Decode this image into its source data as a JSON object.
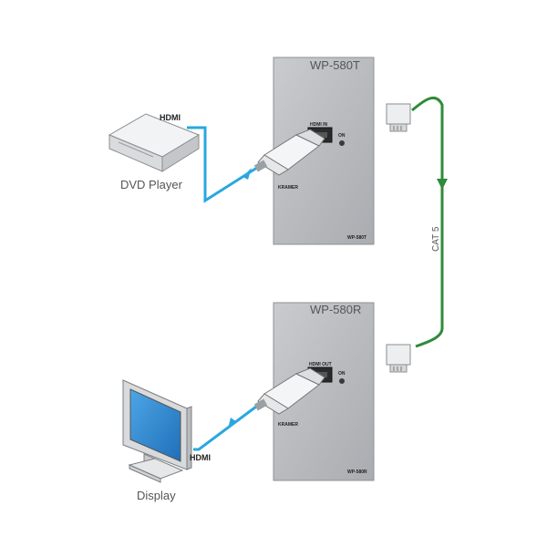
{
  "devices": {
    "transmitter": {
      "model": "WP-580T",
      "port_label": "HDMI IN",
      "led_label": "ON",
      "brand": "KRAMER",
      "plate_model": "WP-580T"
    },
    "receiver": {
      "model": "WP-580R",
      "port_label": "HDMI OUT",
      "led_label": "ON",
      "brand": "KRAMER",
      "plate_model": "WP-580R"
    },
    "source": {
      "name": "DVD Player",
      "cable_label": "HDMI"
    },
    "sink": {
      "name": "Display",
      "cable_label": "HDMI"
    }
  },
  "link": {
    "label": "CAT 5"
  },
  "colors": {
    "hdmi_cable": "#2aa7e0",
    "cat5_cable": "#2e8b3a",
    "plate": "#b9bcbf"
  }
}
